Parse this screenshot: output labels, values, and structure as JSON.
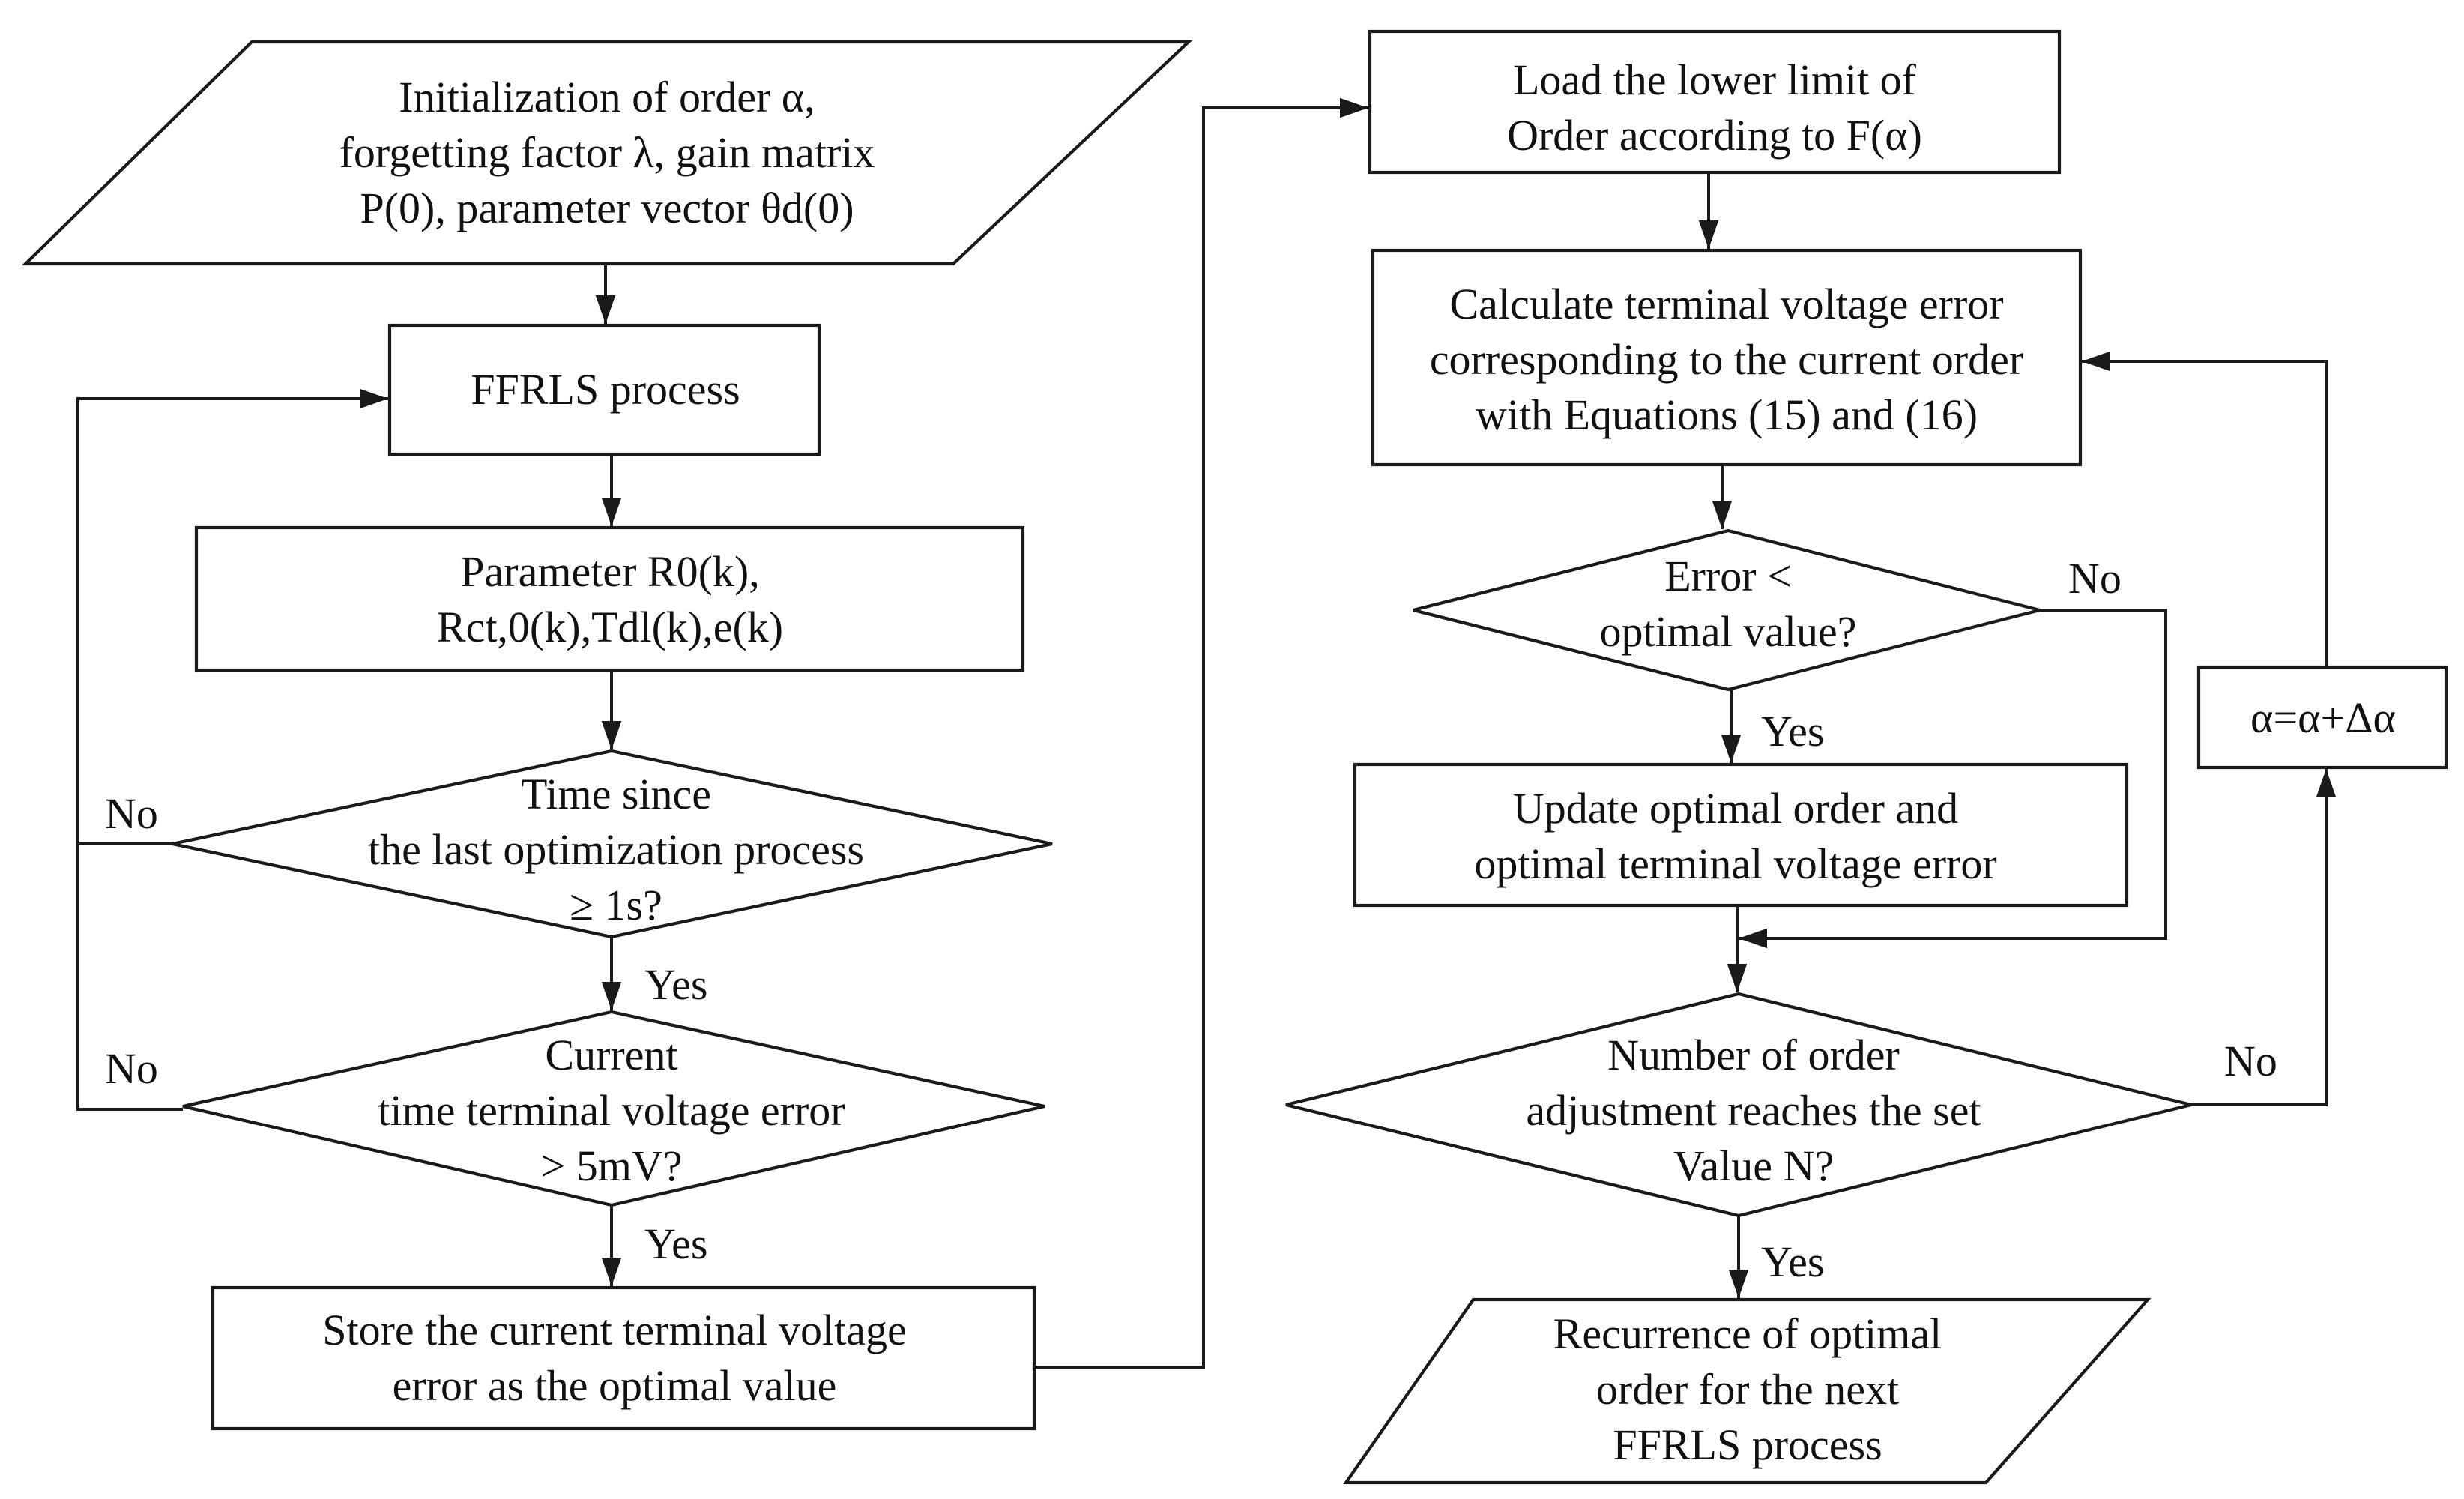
{
  "nodes": {
    "init": {
      "lines": [
        "Initialization of order α,",
        "forgetting factor λ, gain matrix",
        "P(0), parameter vector θd(0)"
      ]
    },
    "ffrls": {
      "lines": [
        "FFRLS  process"
      ]
    },
    "param": {
      "lines": [
        "Parameter R0(k),",
        "Rct,0(k),Tdl(k),e(k)"
      ]
    },
    "time_check": {
      "lines": [
        "Time since",
        "the last optimization process",
        "≥ 1s?"
      ]
    },
    "error_check": {
      "lines": [
        "Current",
        "time terminal voltage error",
        "> 5mV?"
      ]
    },
    "store": {
      "lines": [
        "Store the current terminal voltage",
        "error as the optimal value"
      ]
    },
    "load": {
      "lines": [
        "Load the lower limit of",
        "Order according to F(α)"
      ]
    },
    "calc": {
      "lines": [
        "Calculate terminal voltage error",
        "corresponding to the current order",
        "with Equations (15) and (16)"
      ]
    },
    "err_lt": {
      "lines": [
        "Error <",
        "optimal value?"
      ]
    },
    "update": {
      "lines": [
        "Update optimal order and",
        "optimal terminal voltage error"
      ]
    },
    "num_check": {
      "lines": [
        "Number of order",
        "adjustment reaches the set",
        "Value N?"
      ]
    },
    "alpha": {
      "lines": [
        "α=α+Δα"
      ]
    },
    "recur": {
      "lines": [
        "Recurrence of optimal",
        "order for the next",
        "FFRLS process"
      ]
    }
  },
  "edge_labels": {
    "time_no": "No",
    "time_yes": "Yes",
    "error_no": "No",
    "error_yes": "Yes",
    "err_lt_no": "No",
    "err_lt_yes": "Yes",
    "num_no": "No",
    "num_yes": "Yes"
  }
}
